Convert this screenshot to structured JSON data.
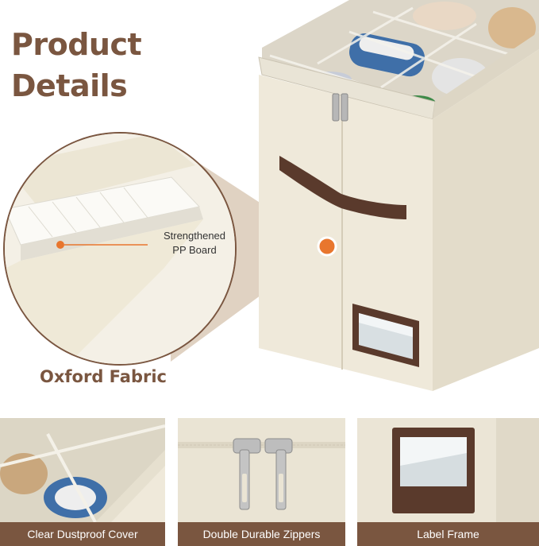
{
  "headline": {
    "line1": "Product",
    "line2": "Details"
  },
  "callout": {
    "line1": "Strengthened",
    "line2": "PP Board"
  },
  "fabric_label": "Oxford Fabric",
  "thumbnails": [
    {
      "caption": "Clear Dustproof Cover"
    },
    {
      "caption": "Double Durable Zippers"
    },
    {
      "caption": "Label Frame"
    }
  ],
  "colors": {
    "brand_brown": "#7a5640",
    "accent_orange": "#e8762e",
    "fabric_cream": "#efe9da",
    "handle_brown": "#5a3a2c"
  }
}
